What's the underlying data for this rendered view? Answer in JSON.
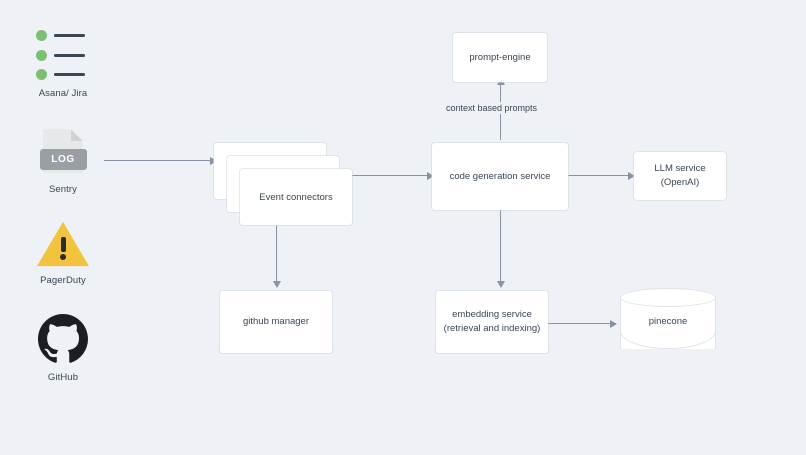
{
  "diagram": {
    "background_color": "#eef1f5",
    "node_color": "#ffffff",
    "edge_color": "#8793a4",
    "text_color": "#3a4654",
    "sources": [
      {
        "id": "asana-jira",
        "label": "Asana/ Jira",
        "icon": "list-icon",
        "accent": "#7dbf72"
      },
      {
        "id": "sentry",
        "label": "Sentry",
        "icon": "log-file-icon",
        "badge": "LOG",
        "accent": "#9a9ea5"
      },
      {
        "id": "pagerduty",
        "label": "PagerDuty",
        "icon": "warning-triangle-icon",
        "accent": "#f1c33f"
      },
      {
        "id": "github",
        "label": "GitHub",
        "icon": "github-icon",
        "accent": "#1b1f23"
      }
    ],
    "nodes": {
      "prompt_engine": {
        "label": "prompt-engine"
      },
      "event_connectors": {
        "label": "Event connectors"
      },
      "code_generation_service": {
        "label": "code generation service"
      },
      "llm_service": {
        "label": "LLM service (OpenAI)"
      },
      "github_manager": {
        "label": "github manager"
      },
      "embedding_service": {
        "label_line1": "embedding service",
        "label_line2": "(retrieval and indexing)"
      },
      "pinecone": {
        "label": "pinecone"
      }
    },
    "edge_labels": {
      "context_based_prompts": "context based prompts"
    }
  }
}
